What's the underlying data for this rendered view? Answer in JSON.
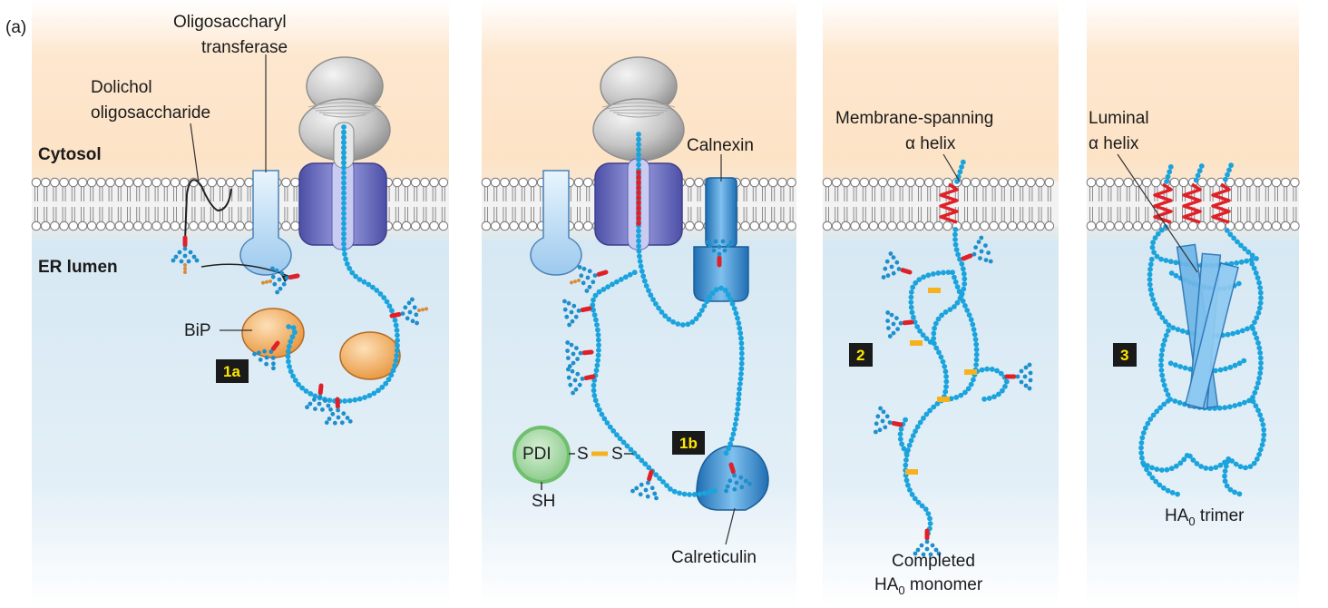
{
  "figure_label": "(a)",
  "compartments": {
    "cytosol": "Cytosol",
    "er_lumen": "ER lumen"
  },
  "panel1": {
    "oligosaccharyl_1": "Oligosaccharyl",
    "oligosaccharyl_2": "transferase",
    "dolichol_1": "Dolichol",
    "dolichol_2": "oligosaccharide",
    "bip": "BiP",
    "step": "1a"
  },
  "panel2": {
    "calnexin": "Calnexin",
    "calreticulin": "Calreticulin",
    "pdi": "PDI",
    "s1": "S",
    "s2": "S",
    "sh": "SH",
    "step": "1b"
  },
  "panel3": {
    "helix_1": "Membrane-spanning",
    "helix_2": "α helix",
    "step": "2",
    "monomer_1": "Completed",
    "monomer_2_base": "HA",
    "monomer_2_sub": "0",
    "monomer_2_rest": " monomer"
  },
  "panel4": {
    "helix_1": "Luminal",
    "helix_2": "α helix",
    "step": "3",
    "trimer_base": "HA",
    "trimer_sub": "0",
    "trimer_rest": " trimer"
  },
  "colors": {
    "cytosol": "#fde3c6",
    "lumen": "#d6e8f3",
    "chain": "#1aa3dc",
    "helix": "#e02028",
    "disulfide": "#f5b21c",
    "translocon": "#6f72c0",
    "ribosome": "#bdbdbd",
    "bip": "#f0a050",
    "pdi": "#8fcf8f",
    "calnexin": "#3d8fd0"
  }
}
